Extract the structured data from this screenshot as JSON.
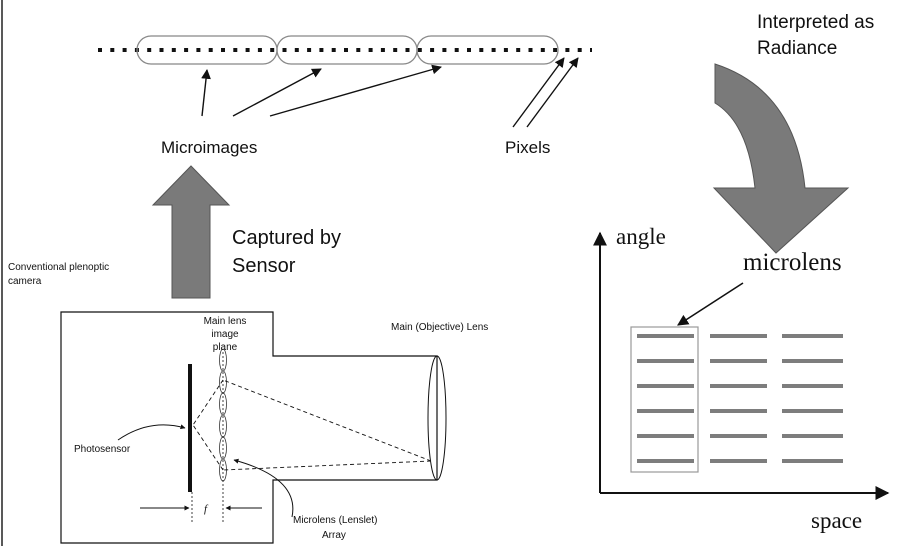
{
  "labels": {
    "interpreted_line1": "Interpreted as",
    "interpreted_line2": "Radiance",
    "microimages": "Microimages",
    "pixels": "Pixels",
    "captured_line1": "Captured by",
    "captured_line2": "Sensor",
    "conventional_line1": "Conventional plenoptic",
    "conventional_line2": "camera",
    "main_lens_line1": "Main lens",
    "main_lens_line2": "image",
    "main_lens_line3": "plane",
    "objective_lens": "Main (Objective) Lens",
    "photosensor": "Photosensor",
    "f_label": "f",
    "microlens_array_line1": "Microlens (Lenslet)",
    "microlens_array_line2": "Array",
    "angle": "angle",
    "microlens": "microlens",
    "space": "space"
  },
  "colors": {
    "big_arrow_fill": "#7a7a7a",
    "line_bar": "#7d7d7d",
    "ink": "#111111"
  }
}
